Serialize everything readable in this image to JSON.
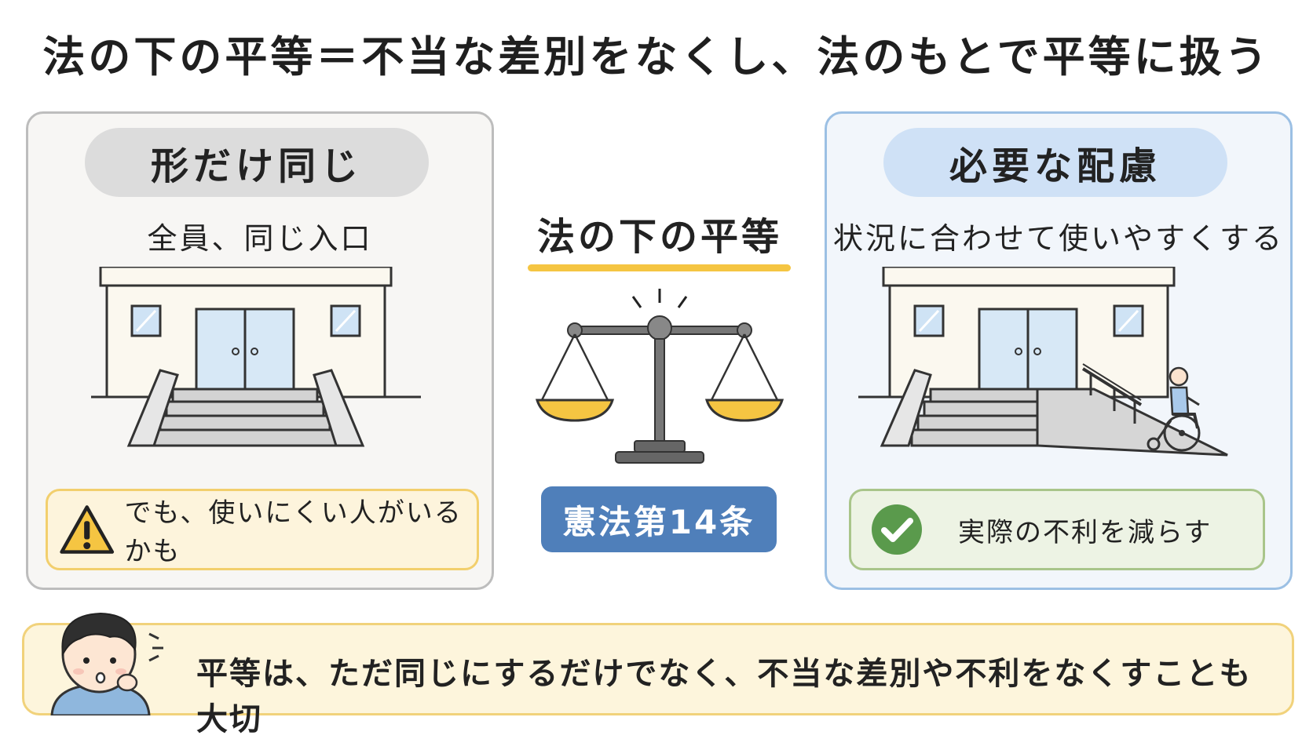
{
  "title": "法の下の平等＝不当な差別をなくし、法のもとで平等に扱う",
  "left_panel": {
    "header": "形だけ同じ",
    "subtitle": "全員、同じ入口",
    "notice": "でも、使いにくい人がいるかも",
    "notice_icon": "warning-triangle-icon"
  },
  "center": {
    "title": "法の下の平等",
    "icon": "balance-scale-icon",
    "article": "憲法第14条"
  },
  "right_panel": {
    "header": "必要な配慮",
    "subtitle": "状況に合わせて使いやすくする",
    "notice": "実際の不利を減らす",
    "notice_icon": "check-circle-icon"
  },
  "bottom": {
    "text": "平等は、ただ同じにするだけでなく、不当な差別や不利をなくすことも大切"
  },
  "colors": {
    "accent_yellow": "#f5c542",
    "article_blue": "#4f7fba",
    "ok_green": "#5a9a4c",
    "warn_yellow": "#f5c542"
  }
}
